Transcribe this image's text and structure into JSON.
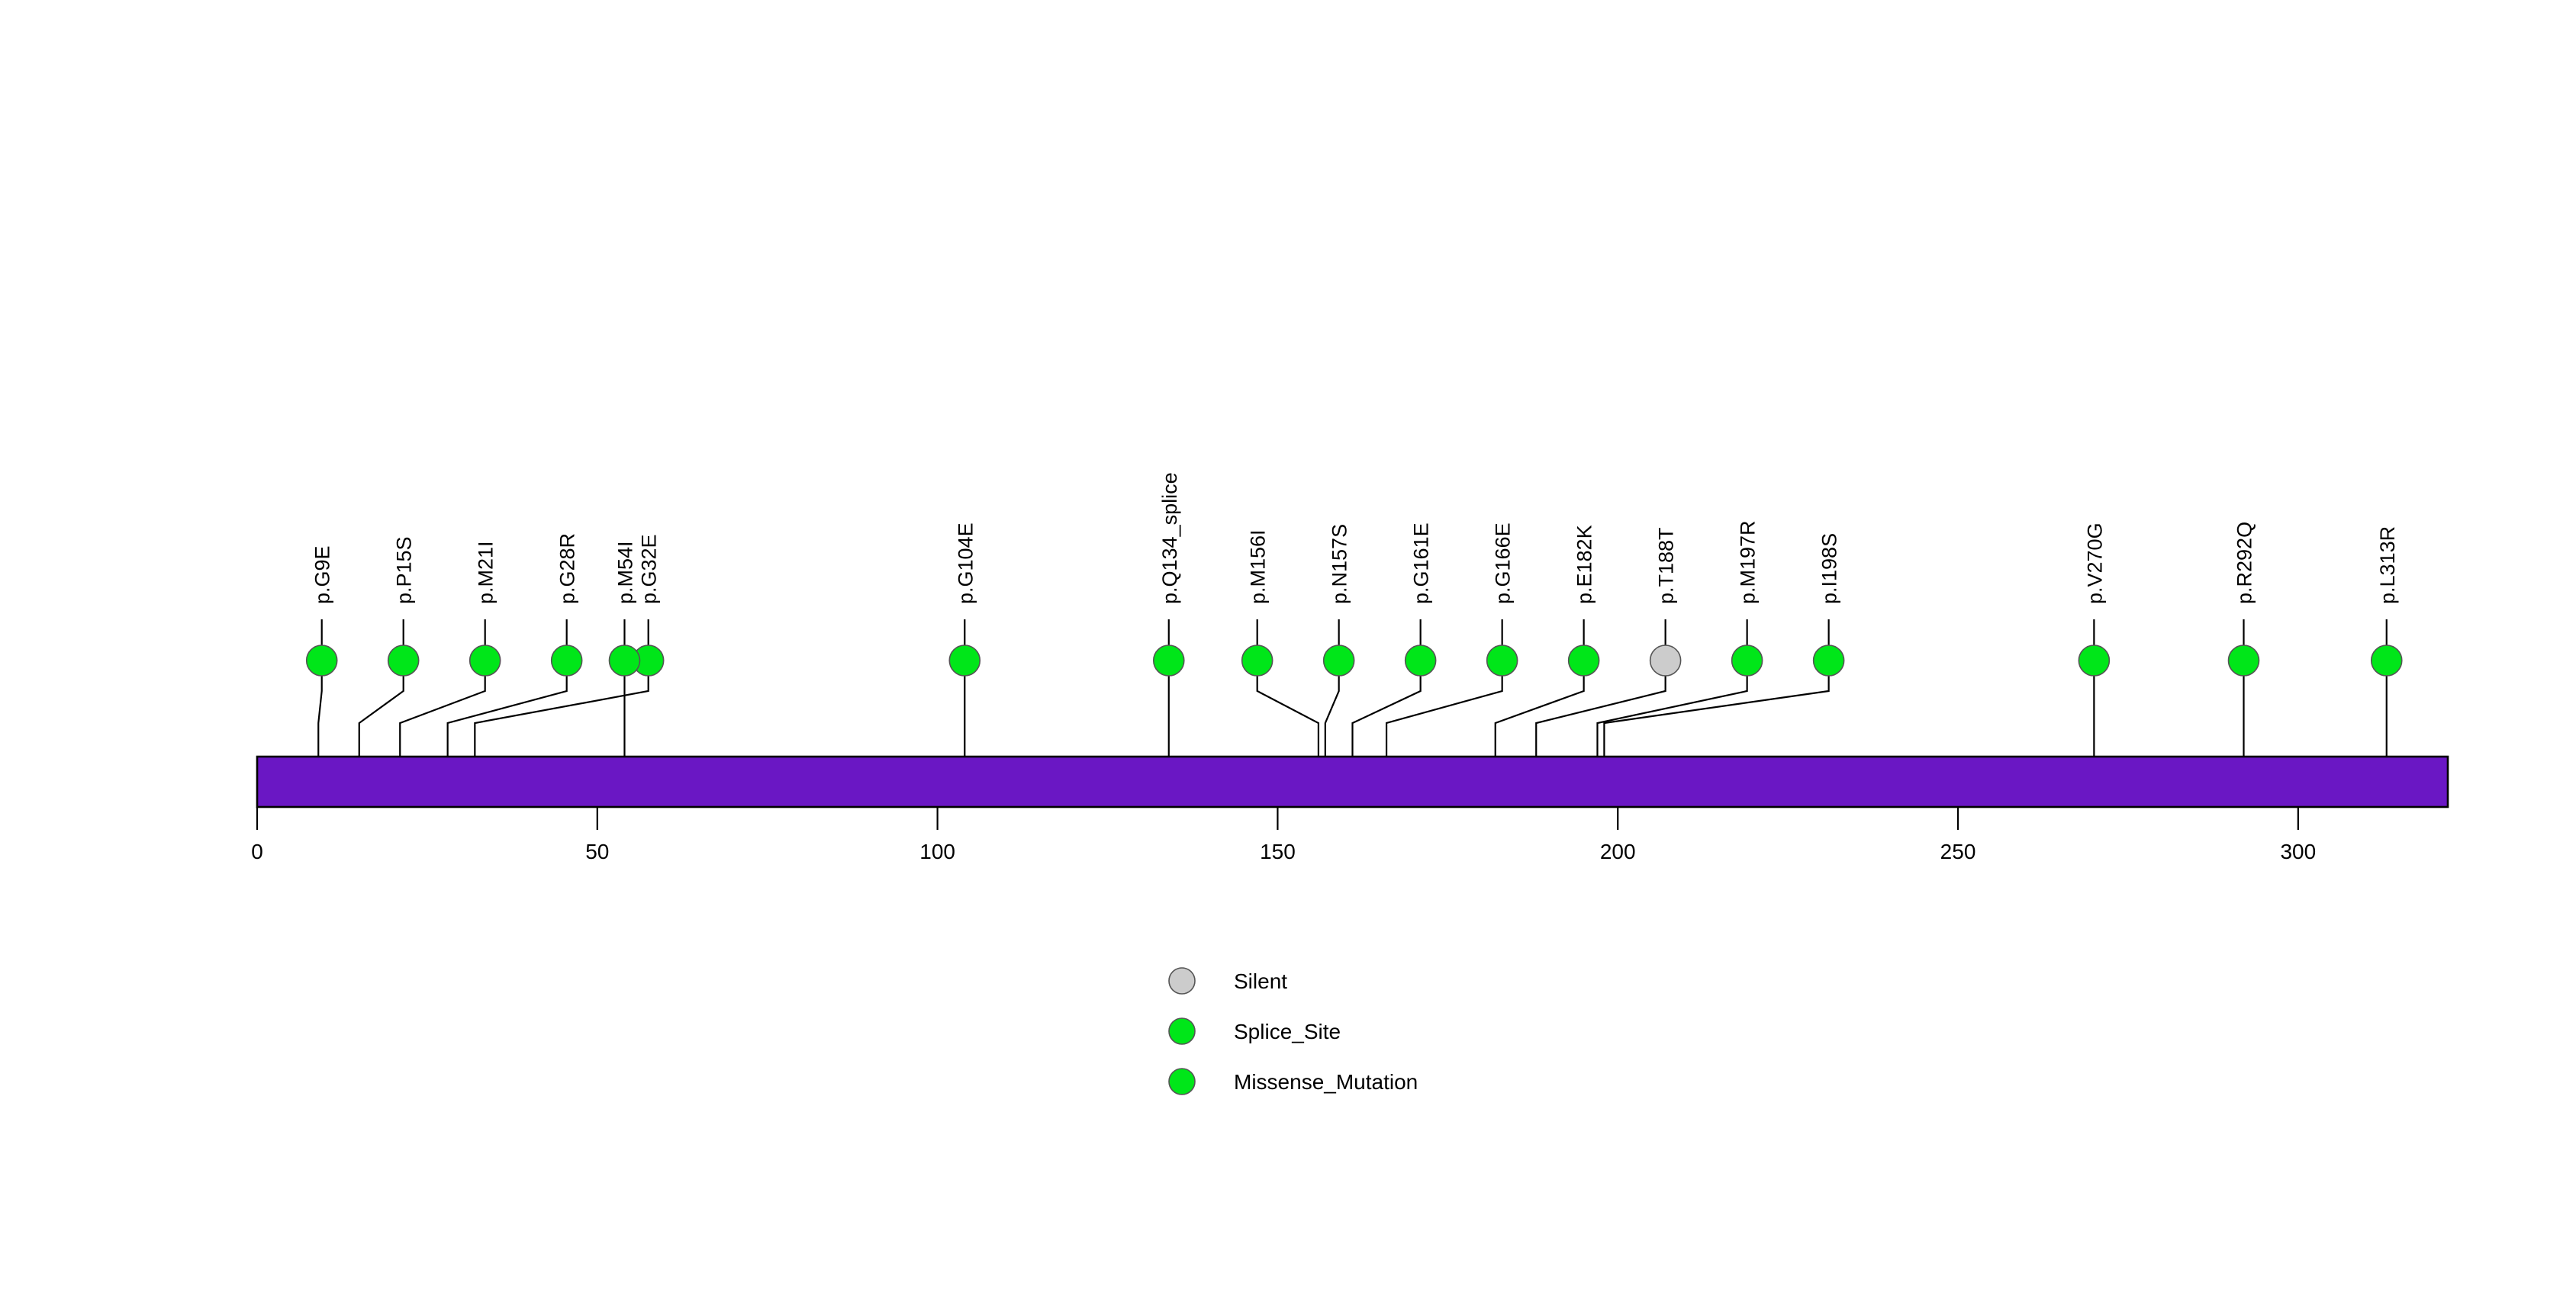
{
  "chart_data": {
    "type": "lollipop",
    "title": "",
    "xlabel": "",
    "ylabel": "",
    "xlim": [
      0,
      322
    ],
    "axis_ticks": [
      {
        "value": 0,
        "label": "0"
      },
      {
        "value": 50,
        "label": "50"
      },
      {
        "value": 100,
        "label": "100"
      },
      {
        "value": 150,
        "label": "150"
      },
      {
        "value": 200,
        "label": "200"
      },
      {
        "value": 250,
        "label": "250"
      },
      {
        "value": 300,
        "label": "300"
      }
    ],
    "protein_bar": {
      "start": 0,
      "end": 322,
      "color": "#6A17C4",
      "border_color": "#000000"
    },
    "mutations": [
      {
        "label": "p.G9E",
        "position": 9,
        "type": "Missense_Mutation",
        "color": "#00E619",
        "marker_x": 9.5,
        "count": 1
      },
      {
        "label": "p.P15S",
        "position": 15,
        "type": "Missense_Mutation",
        "color": "#00E619",
        "marker_x": 21.5,
        "count": 1
      },
      {
        "label": "p.M21I",
        "position": 21,
        "type": "Missense_Mutation",
        "color": "#00E619",
        "marker_x": 33.5,
        "count": 1
      },
      {
        "label": "p.G28R",
        "position": 28,
        "type": "Missense_Mutation",
        "color": "#00E619",
        "marker_x": 45.5,
        "count": 1
      },
      {
        "label": "p.G32E",
        "position": 32,
        "type": "Missense_Mutation",
        "color": "#00E619",
        "marker_x": 57.5,
        "count": 1
      },
      {
        "label": "p.M54I",
        "position": 54,
        "type": "Missense_Mutation",
        "color": "#00E619",
        "marker_x": 54,
        "count": 1
      },
      {
        "label": "p.G104E",
        "position": 104,
        "type": "Missense_Mutation",
        "color": "#00E619",
        "marker_x": 104,
        "count": 1
      },
      {
        "label": "p.Q134_splice",
        "position": 134,
        "type": "Splice_Site",
        "color": "#00E619",
        "marker_x": 134,
        "count": 1
      },
      {
        "label": "p.M156I",
        "position": 156,
        "type": "Missense_Mutation",
        "color": "#00E619",
        "marker_x": 147,
        "count": 1
      },
      {
        "label": "p.N157S",
        "position": 157,
        "type": "Missense_Mutation",
        "color": "#00E619",
        "marker_x": 159,
        "count": 1
      },
      {
        "label": "p.G161E",
        "position": 161,
        "type": "Missense_Mutation",
        "color": "#00E619",
        "marker_x": 171,
        "count": 1
      },
      {
        "label": "p.G166E",
        "position": 166,
        "type": "Missense_Mutation",
        "color": "#00E619",
        "marker_x": 183,
        "count": 1
      },
      {
        "label": "p.E182K",
        "position": 182,
        "type": "Missense_Mutation",
        "color": "#00E619",
        "marker_x": 195,
        "count": 1
      },
      {
        "label": "p.T188T",
        "position": 188,
        "type": "Silent",
        "color": "#CCCCCC",
        "marker_x": 207,
        "count": 1
      },
      {
        "label": "p.M197R",
        "position": 197,
        "type": "Missense_Mutation",
        "color": "#00E619",
        "marker_x": 219,
        "count": 1
      },
      {
        "label": "p.I198S",
        "position": 198,
        "type": "Missense_Mutation",
        "color": "#00E619",
        "marker_x": 231,
        "count": 1
      },
      {
        "label": "p.V270G",
        "position": 270,
        "type": "Missense_Mutation",
        "color": "#00E619",
        "marker_x": 270,
        "count": 1
      },
      {
        "label": "p.R292Q",
        "position": 292,
        "type": "Missense_Mutation",
        "color": "#00E619",
        "marker_x": 292,
        "count": 1
      },
      {
        "label": "p.L313R",
        "position": 313,
        "type": "Missense_Mutation",
        "color": "#00E619",
        "marker_x": 313,
        "count": 1
      }
    ],
    "legend": {
      "position": "bottom-center",
      "entries": [
        {
          "label": "Silent",
          "color": "#CCCCCC"
        },
        {
          "label": "Splice_Site",
          "color": "#00E619"
        },
        {
          "label": "Missense_Mutation",
          "color": "#00E619"
        }
      ]
    }
  }
}
